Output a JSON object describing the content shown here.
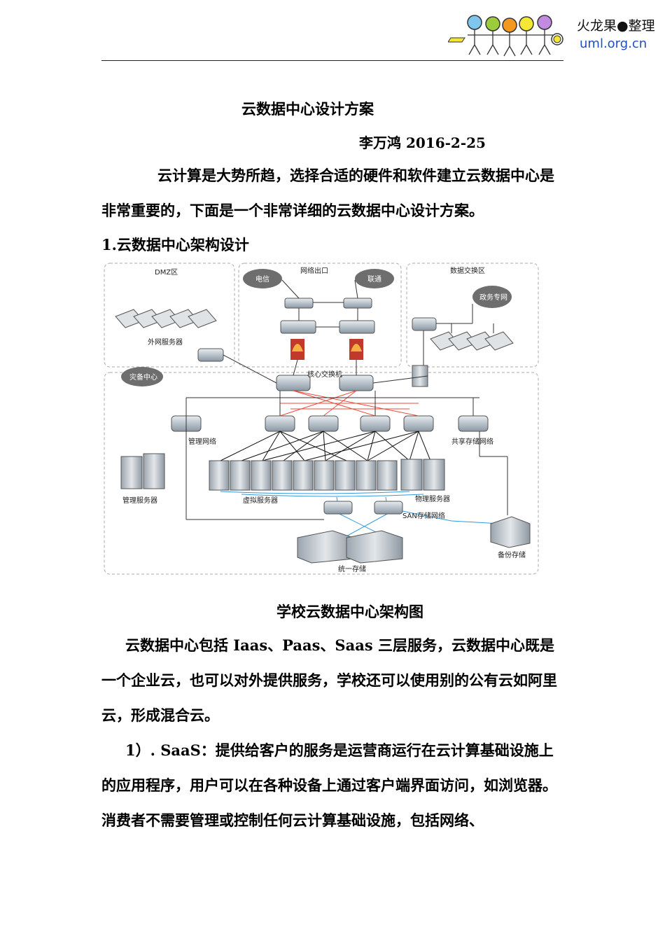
{
  "header": {
    "brand_name": "火龙果●整理",
    "brand_url": "uml.org.cn",
    "logo_colors": [
      "#7fc6ee",
      "#9ccc3a",
      "#f39a1e",
      "#f4e634",
      "#c28ae0"
    ]
  },
  "document": {
    "title": "云数据中心设计方案",
    "author_date": "李万鸿 2016-2-25",
    "intro": "云计算是大势所趋，选择合适的硬件和软件建立云数据中心是非常重要的，下面是一个非常详细的云数据中心设计方案。",
    "section1_heading": "1.云数据中心架构设计",
    "figure_caption": "学校云数据中心架构图",
    "para_services": "云数据中心包括 Iaas、Paas、Saas 三层服务，云数据中心既是一个企业云，也可以对外提供服务，学校还可以使用别的公有云如阿里云，形成混合云。",
    "para_saas": "1）. SaaS：提供给客户的服务是运营商运行在云计算基础设施上的应用程序，用户可以在各种设备上通过客户端界面访问，如浏览器。消费者不需要管理或控制任何云计算基础设施，包括网络、"
  },
  "diagram": {
    "zone_dmz": "DMZ区",
    "zone_egress": "网络出口",
    "zone_exchange": "数据交换区",
    "cloud_telecom": "电信",
    "cloud_unicom": "联通",
    "cloud_gov": "政务专网",
    "cloud_dr": "灾备中心",
    "label_ext_servers": "外网服务器",
    "label_core_switch": "核心交换机",
    "label_mgmt_net": "管理网络",
    "label_shared_storage_net": "共享存储网络",
    "label_mgmt_servers": "管理服务器",
    "label_virtual_servers": "虚拟服务器",
    "label_physical_servers": "物理服务器",
    "label_san": "SAN存储网络",
    "label_unified_storage": "统一存储",
    "label_backup_storage": "备份存储"
  }
}
